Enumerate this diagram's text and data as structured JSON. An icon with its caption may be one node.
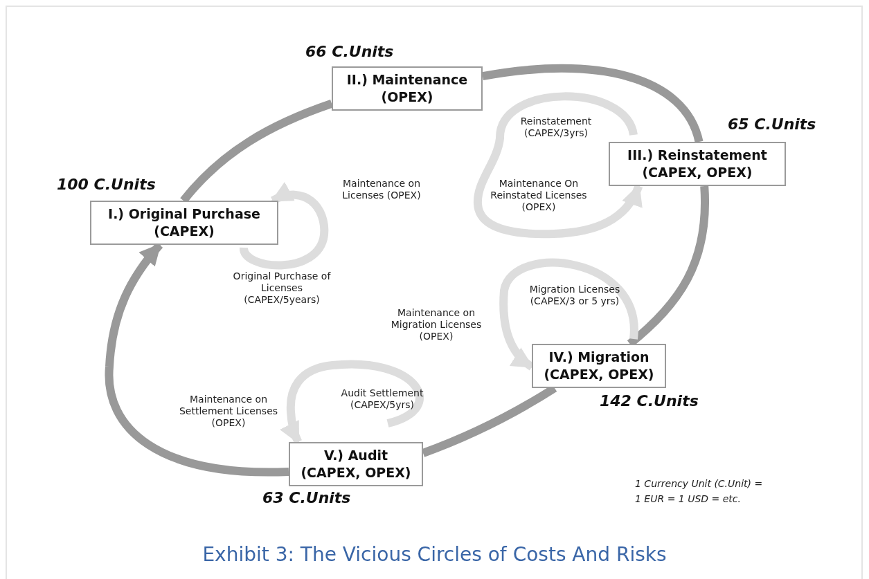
{
  "diagram": {
    "caption": "Exhibit 3: The Vicious Circles of Costs And Risks",
    "nodes": [
      {
        "text": [
          "I.) Original Purchase (CAPEX)"
        ],
        "beside": [
          "100 C.Units"
        ]
      },
      {
        "text": [
          "II.) Maintenance (OPEX)"
        ],
        "beside": [
          "66 C.Units"
        ]
      },
      {
        "text": [
          "III.) Reinstatement (CAPEX, OPEX)"
        ],
        "beside": [
          "65 C.Units"
        ]
      },
      {
        "text": [
          "IV.) Migration (CAPEX, OPEX)"
        ],
        "beside": [
          "142 C.Units"
        ]
      },
      {
        "text": [
          "V.) Audit (CAPEX, OPEX)"
        ],
        "beside": [
          "63 C.Units"
        ]
      }
    ],
    "edges": [
      {
        "from": 0,
        "to": 1,
        "arrow": "none"
      },
      {
        "from": 1,
        "to": 2,
        "arrow": "none"
      },
      {
        "from": 2,
        "to": 3,
        "arrow": "none"
      },
      {
        "from": 3,
        "to": 4,
        "arrow": "none"
      },
      {
        "from": 4,
        "to": 0,
        "arrow": "to"
      },
      {
        "from": null,
        "to": 0,
        "arrow": "to",
        "color": "#dddddd"
      },
      {
        "from": null,
        "to": 2,
        "arrow": "to",
        "color": "#dddddd"
      },
      {
        "from": null,
        "to": 3,
        "arrow": "to",
        "color": "#dddddd"
      },
      {
        "from": null,
        "to": 4,
        "arrow": "to",
        "color": "#dddddd"
      }
    ],
    "labels": [
      "Reinstatement (CAPEX/3yrs)",
      "Maintenance on Licenses (OPEX)",
      "Maintenance On Reinstated Licenses (OPEX)",
      "Original Purchase of Licenses (CAPEX/5years)",
      "Migration Licenses (CAPEX/3 or 5 yrs)",
      "Maintenance on Migration Licenses (OPEX)",
      "Audit Settlement (CAPEX/5yrs)",
      "Maintenance on Settlement Licenses (OPEX)",
      "1 Currency Unit (C.Unit) = 1 EUR = 1 USD = etc."
    ]
  }
}
